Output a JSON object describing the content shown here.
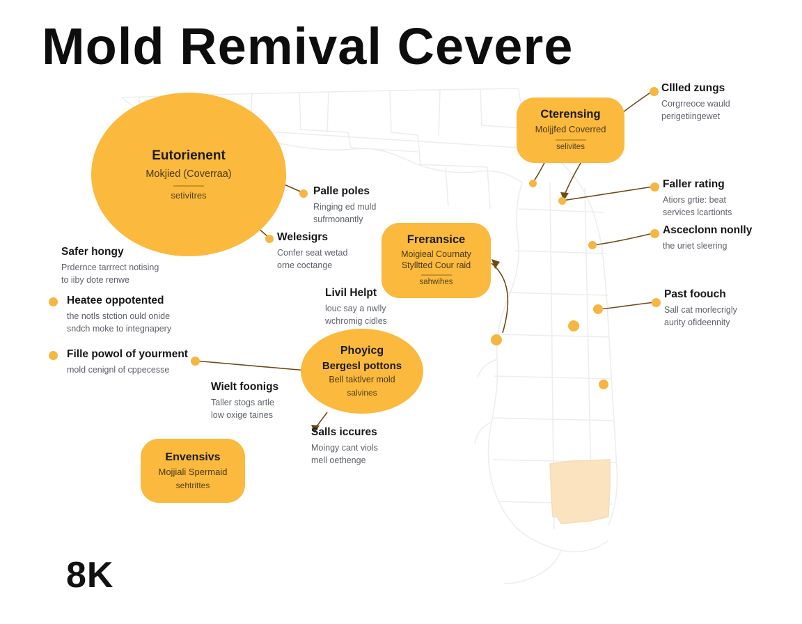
{
  "meta": {
    "title": "Mold Remival Cevere",
    "big_stat": "8K",
    "accent": "#FBB93E",
    "dot_color": "#F6B641",
    "map_fill": "#FBE3C0",
    "map_stroke": "#EDEDF0",
    "connector_color": "#6B4A16",
    "title_color": "#0D0D0D",
    "body_color": "#5D6169"
  },
  "chart_data": {
    "type": "map",
    "title": "Mold Remival Cevere",
    "subtitle": "",
    "xlabel": "",
    "ylabel": "",
    "legend": [],
    "summary_value": "8K",
    "bubbles": [
      {
        "id": "eutorienent",
        "title": "Eutorienent",
        "sub": "Mokjied (Coverraa)",
        "sub2": "setivitres",
        "shape": "ellipse",
        "size": 270,
        "value": 270
      },
      {
        "id": "cterensing",
        "title": "Cterensing",
        "sub": "Moljjfed Coverred",
        "sub2": "selivites",
        "shape": "rounded",
        "size": 152,
        "value": 152
      },
      {
        "id": "freransice",
        "title": "Freransice",
        "sub": "Moigieal Cournaty",
        "sub2": "Stylltted Cour raid",
        "sub3": "sahwihes",
        "shape": "rounded",
        "size": 160,
        "value": 160
      },
      {
        "id": "phoyicg",
        "title": "Phoyicg",
        "sub": "Bergesl pottons",
        "sub2": "Bell taktlver mold",
        "sub3": "salvines",
        "shape": "ellipse",
        "size": 176,
        "value": 176
      },
      {
        "id": "envensivs",
        "title": "Envensivs",
        "sub": "Mojjiali Spermaid",
        "sub2": "sehtrittes",
        "shape": "rounded",
        "size": 150,
        "value": 150
      }
    ],
    "annotations": [
      {
        "id": "clled-zungs",
        "title": "Cllled zungs",
        "body": [
          "Corgrreoce wauld",
          "perigetiingewet"
        ]
      },
      {
        "id": "faller-rating",
        "title": "Faller rating",
        "body": [
          "Atiors grtie: beat",
          "services lcartionts"
        ]
      },
      {
        "id": "asceclonn-nonlly",
        "title": "Asceclonn nonlly",
        "body": [
          "the uriet sleering"
        ]
      },
      {
        "id": "past-foouch",
        "title": "Past foouch",
        "body": [
          "Sall cat morlecrigly",
          "aurity ofideennity"
        ]
      },
      {
        "id": "palle-poles",
        "title": "Palle poles",
        "body": [
          "Ringing ed muld",
          "sufrmonantly"
        ]
      },
      {
        "id": "welesigrs",
        "title": "Welesigrs",
        "body": [
          "Confer seat wetad",
          "orne coctange"
        ]
      },
      {
        "id": "livil-helpt",
        "title": "Livil Helpt",
        "body": [
          "louc say a nwlly",
          "wchromig cidles"
        ]
      },
      {
        "id": "safer-hongy",
        "title": "Safer hongy",
        "body": [
          "Prdernce tarrrect notising",
          "to iiby dote renwe"
        ]
      },
      {
        "id": "heatee-oppotented",
        "title": "Heatee oppotented",
        "body": [
          "the notls stction ould onide",
          "sndch moke to integnapery"
        ]
      },
      {
        "id": "file-powol",
        "title": "Fille powol of yourment",
        "body": [
          "mold cenignl of cppecesse"
        ]
      },
      {
        "id": "wielt-foonigs",
        "title": "Wielt foonigs",
        "body": [
          "Taller stogs artle",
          "low oxige taines"
        ]
      },
      {
        "id": "salls-iccures",
        "title": "Salls iccures",
        "body": [
          "Moingy cant viols",
          "mell oethenge"
        ]
      }
    ]
  },
  "bubbles": {
    "eutorienent": {
      "title": "Eutorienent",
      "sub": "Mokjied (Coverraa)",
      "sub2": "setivitres"
    },
    "cterensing": {
      "title": "Cterensing",
      "sub": "Moljjfed Coverred",
      "sub2": "selivites"
    },
    "freransice": {
      "title": "Freransice",
      "sub": "Moigieal Cournaty",
      "sub2": "Stylltted Cour raid",
      "sub3": "sahwihes"
    },
    "phoyicg": {
      "title": "Phoyicg",
      "sub": "Bergesl pottons",
      "sub2": "Bell taktlver mold",
      "sub3": "salvines"
    },
    "envensivs": {
      "title": "Envensivs",
      "sub": "Mojjiali Spermaid",
      "sub2": "sehtrittes"
    }
  },
  "annotations": {
    "clled_zungs": {
      "title": "Cllled zungs",
      "line1": "Corgrreoce wauld",
      "line2": "perigetiingewet"
    },
    "faller_rating": {
      "title": "Faller rating",
      "line1": "Atiors grtie: beat",
      "line2": "services lcartionts"
    },
    "asceclonn": {
      "title": "Asceclonn nonlly",
      "line1": "the uriet sleering",
      "line2": ""
    },
    "past_foouch": {
      "title": "Past foouch",
      "line1": "Sall cat morlecrigly",
      "line2": "aurity ofideennity"
    },
    "palle_poles": {
      "title": "Palle poles",
      "line1": "Ringing ed muld",
      "line2": "sufrmonantly"
    },
    "welesigrs": {
      "title": "Welesigrs",
      "line1": "Confer seat wetad",
      "line2": "orne coctange"
    },
    "livil_helpt": {
      "title": "Livil Helpt",
      "line1": "louc say a nwlly",
      "line2": "wchromig cidles"
    },
    "safer_hongy": {
      "title": "Safer hongy",
      "line1": "Prdernce tarrrect notising",
      "line2": "to iiby dote renwe"
    },
    "heatee": {
      "title": "Heatee oppotented",
      "line1": "the notls stction ould onide",
      "line2": "sndch moke to integnapery"
    },
    "file_powol": {
      "title": "Fille powol of yourment",
      "line1": "mold cenignl of cppecesse",
      "line2": ""
    },
    "wielt_foonigs": {
      "title": "Wielt foonigs",
      "line1": "Taller stogs artle",
      "line2": "low oxige taines"
    },
    "salls_iccures": {
      "title": "Salls iccures",
      "line1": "Moingy cant viols",
      "line2": "mell oethenge"
    }
  }
}
